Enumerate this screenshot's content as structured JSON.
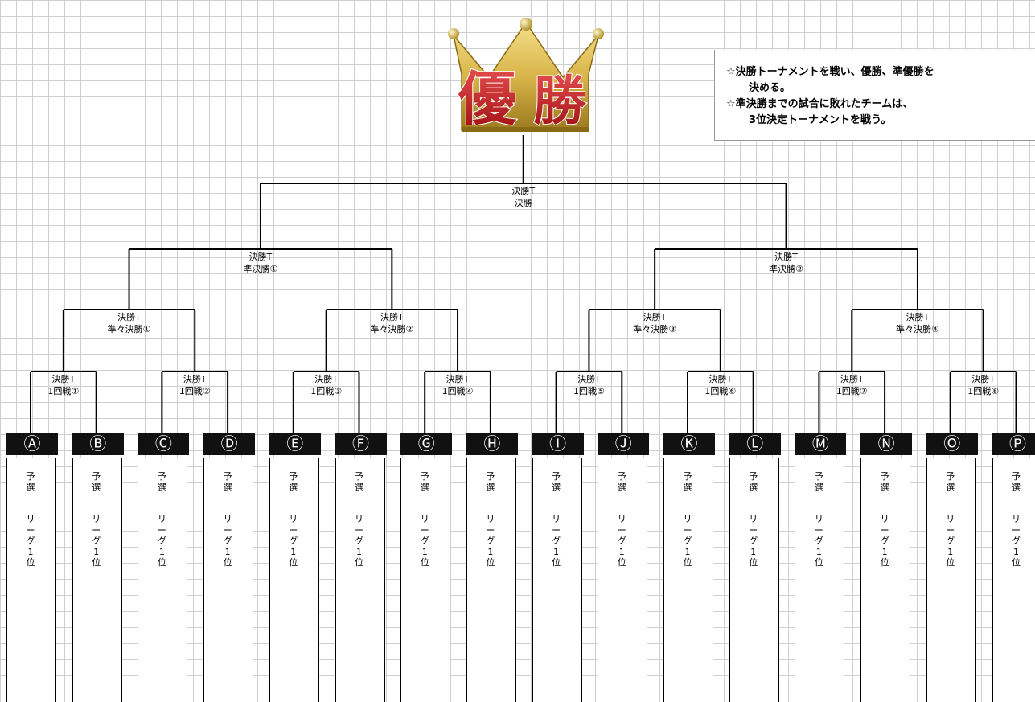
{
  "note": {
    "line1": "☆決勝トーナメントを戦い、優勝、準優勝を",
    "line2": "決める。",
    "line3": "☆準決勝までの試合に敗れたチームは、",
    "line4": "3位決定トーナメントを戦う。"
  },
  "crown_text": [
    "優",
    "勝"
  ],
  "colors": {
    "tab": "#111111",
    "line": "#000000",
    "grid": "#cfcfcf",
    "crown_gold": "#d9b54a",
    "crown_text": "#c41e1e"
  },
  "matches": {
    "final": {
      "line1": "決勝T",
      "line2": "決勝"
    },
    "semifinals": [
      {
        "line1": "決勝T",
        "line2": "準決勝①"
      },
      {
        "line1": "決勝T",
        "line2": "準決勝②"
      }
    ],
    "quarterfinals": [
      {
        "line1": "決勝T",
        "line2": "準々決勝①"
      },
      {
        "line1": "決勝T",
        "line2": "準々決勝②"
      },
      {
        "line1": "決勝T",
        "line2": "準々決勝③"
      },
      {
        "line1": "決勝T",
        "line2": "準々決勝④"
      }
    ],
    "round1": [
      {
        "line1": "決勝T",
        "line2": "1回戦①"
      },
      {
        "line1": "決勝T",
        "line2": "1回戦②"
      },
      {
        "line1": "決勝T",
        "line2": "1回戦③"
      },
      {
        "line1": "決勝T",
        "line2": "1回戦④"
      },
      {
        "line1": "決勝T",
        "line2": "1回戦⑤"
      },
      {
        "line1": "決勝T",
        "line2": "1回戦⑥"
      },
      {
        "line1": "決勝T",
        "line2": "1回戦⑦"
      },
      {
        "line1": "決勝T",
        "line2": "1回戦⑧"
      }
    ]
  },
  "teams": [
    {
      "label": "Ⓐ",
      "qualifier": [
        "予",
        "選",
        "リ",
        "ー",
        "グ",
        "1",
        "位"
      ]
    },
    {
      "label": "Ⓑ",
      "qualifier": [
        "予",
        "選",
        "リ",
        "ー",
        "グ",
        "1",
        "位"
      ]
    },
    {
      "label": "Ⓒ",
      "qualifier": [
        "予",
        "選",
        "リ",
        "ー",
        "グ",
        "1",
        "位"
      ]
    },
    {
      "label": "Ⓓ",
      "qualifier": [
        "予",
        "選",
        "リ",
        "ー",
        "グ",
        "1",
        "位"
      ]
    },
    {
      "label": "Ⓔ",
      "qualifier": [
        "予",
        "選",
        "リ",
        "ー",
        "グ",
        "1",
        "位"
      ]
    },
    {
      "label": "Ⓕ",
      "qualifier": [
        "予",
        "選",
        "リ",
        "ー",
        "グ",
        "1",
        "位"
      ]
    },
    {
      "label": "Ⓖ",
      "qualifier": [
        "予",
        "選",
        "リ",
        "ー",
        "グ",
        "1",
        "位"
      ]
    },
    {
      "label": "Ⓗ",
      "qualifier": [
        "予",
        "選",
        "リ",
        "ー",
        "グ",
        "1",
        "位"
      ]
    },
    {
      "label": "Ⓘ",
      "qualifier": [
        "予",
        "選",
        "リ",
        "ー",
        "グ",
        "1",
        "位"
      ]
    },
    {
      "label": "Ⓙ",
      "qualifier": [
        "予",
        "選",
        "リ",
        "ー",
        "グ",
        "1",
        "位"
      ]
    },
    {
      "label": "Ⓚ",
      "qualifier": [
        "予",
        "選",
        "リ",
        "ー",
        "グ",
        "1",
        "位"
      ]
    },
    {
      "label": "Ⓛ",
      "qualifier": [
        "予",
        "選",
        "リ",
        "ー",
        "グ",
        "1",
        "位"
      ]
    },
    {
      "label": "Ⓜ",
      "qualifier": [
        "予",
        "選",
        "リ",
        "ー",
        "グ",
        "1",
        "位"
      ]
    },
    {
      "label": "Ⓝ",
      "qualifier": [
        "予",
        "選",
        "リ",
        "ー",
        "グ",
        "1",
        "位"
      ]
    },
    {
      "label": "Ⓞ",
      "qualifier": [
        "予",
        "選",
        "リ",
        "ー",
        "グ",
        "1",
        "位"
      ]
    },
    {
      "label": "Ⓟ",
      "qualifier": [
        "予",
        "選",
        "リ",
        "ー",
        "グ",
        "1",
        "位"
      ]
    }
  ]
}
